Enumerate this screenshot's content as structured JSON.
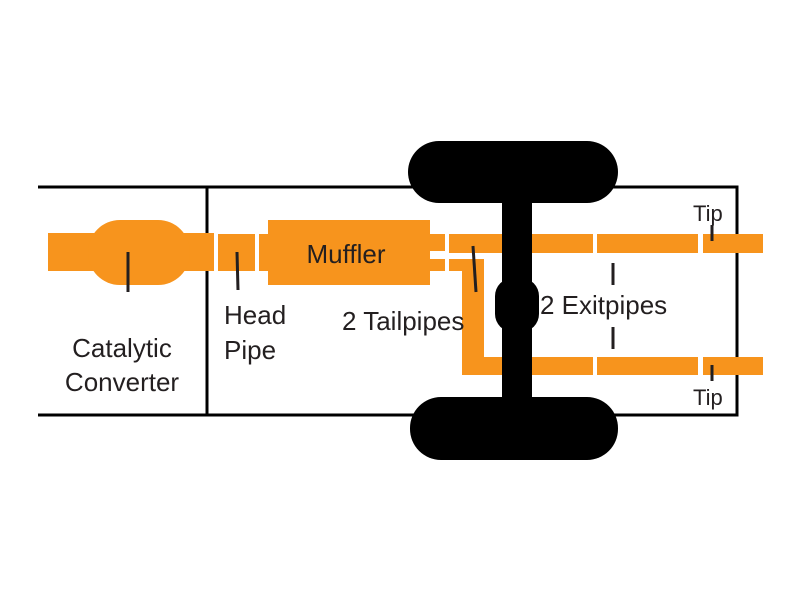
{
  "colors": {
    "pipe": "#f7941d",
    "frame": "#000000",
    "text": "#231f20"
  },
  "labels": {
    "catalytic_line1": "Catalytic",
    "catalytic_line2": "Converter",
    "head_line1": "Head",
    "head_line2": "Pipe",
    "muffler": "Muffler",
    "tailpipes": "2 Tailpipes",
    "exitpipes": "2 Exitpipes",
    "tip_top": "Tip",
    "tip_bottom": "Tip"
  }
}
